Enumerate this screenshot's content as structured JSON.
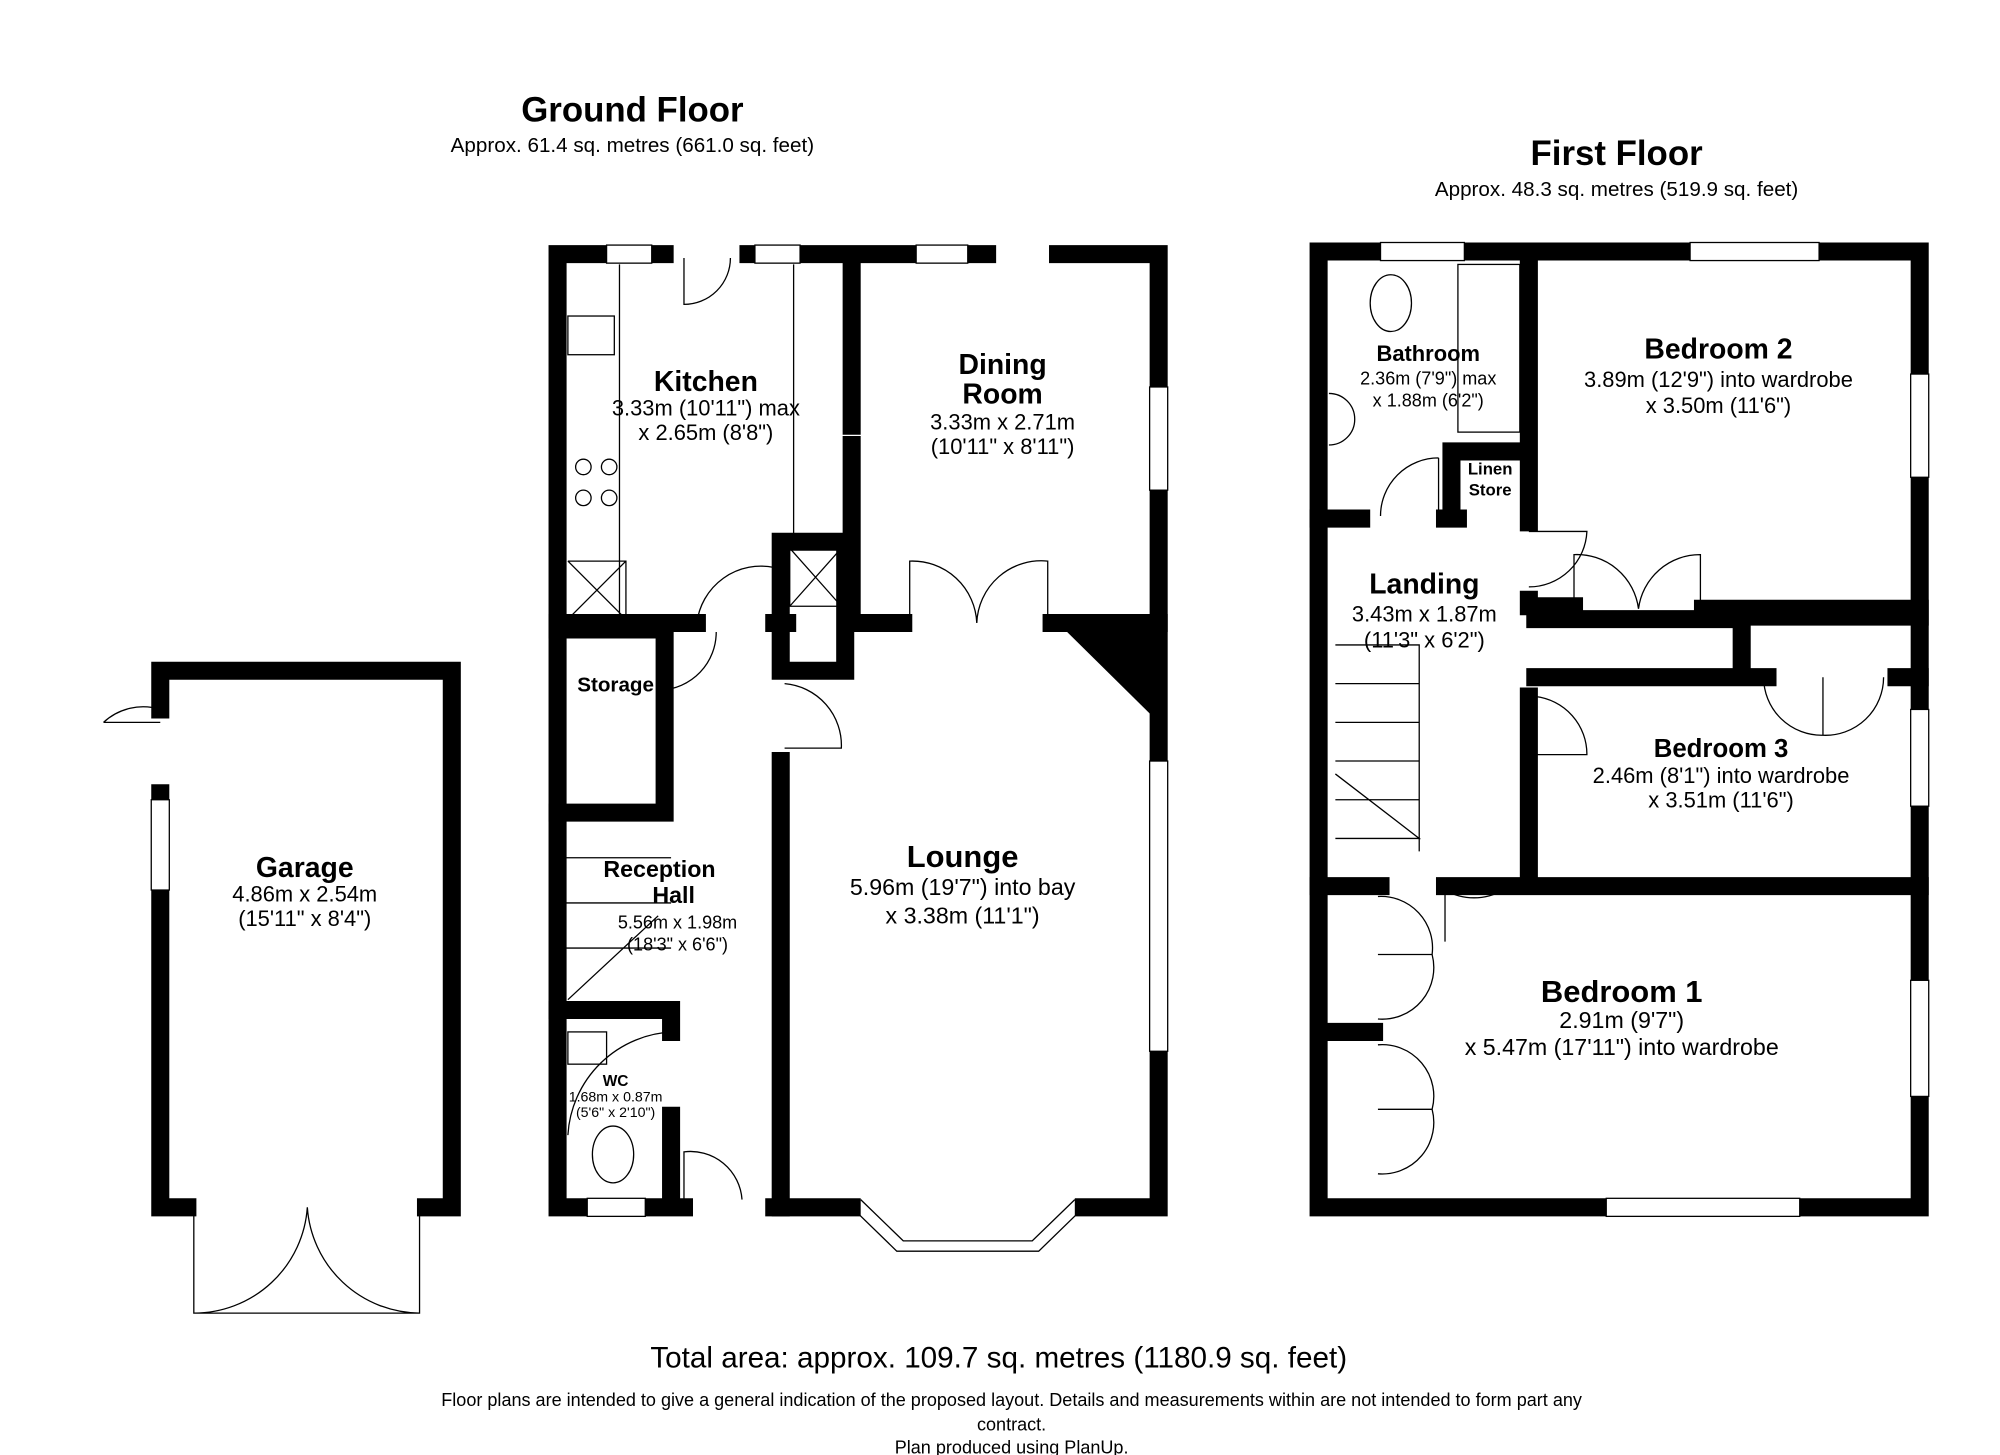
{
  "ground_floor": {
    "title": "Ground Floor",
    "area": "Approx. 61.4 sq. metres (661.0 sq. feet)",
    "rooms": [
      {
        "name": "Kitchen",
        "dims": [
          "3.33m (10'11\") max",
          "x 2.65m (8'8\")"
        ]
      },
      {
        "name": "Dining",
        "name2": "Room",
        "dims": [
          "3.33m x 2.71m",
          "(10'11\" x 8'11\")"
        ]
      },
      {
        "name": "Storage"
      },
      {
        "name": "Reception",
        "name2": "Hall",
        "dims": [
          "5.56m x 1.98m",
          "(18'3\" x 6'6\")"
        ]
      },
      {
        "name": "WC",
        "dims": [
          "1.68m x 0.87m",
          "(5'6\" x 2'10\")"
        ]
      },
      {
        "name": "Lounge",
        "dims": [
          "5.96m (19'7\") into bay",
          "x 3.38m (11'1\")"
        ]
      },
      {
        "name": "Garage",
        "dims": [
          "4.86m x 2.54m",
          "(15'11\" x 8'4\")"
        ]
      }
    ]
  },
  "first_floor": {
    "title": "First Floor",
    "area": "Approx. 48.3 sq. metres (519.9 sq. feet)",
    "rooms": [
      {
        "name": "Bathroom",
        "dims": [
          "2.36m (7'9\") max",
          "x 1.88m (6'2\")"
        ]
      },
      {
        "name": "Linen",
        "name2": "Store"
      },
      {
        "name": "Bedroom 2",
        "dims": [
          "3.89m (12'9\") into wardrobe",
          "x 3.50m (11'6\")"
        ]
      },
      {
        "name": "Landing",
        "dims": [
          "3.43m x 1.87m",
          "(11'3\" x 6'2\")"
        ]
      },
      {
        "name": "Bedroom 3",
        "dims": [
          "2.46m (8'1\") into wardrobe",
          "x 3.51m (11'6\")"
        ]
      },
      {
        "name": "Bedroom 1",
        "dims": [
          "2.91m (9'7\")",
          "x 5.47m (17'11\") into wardrobe"
        ]
      }
    ]
  },
  "total_area": "Total area: approx. 109.7 sq. metres (1180.9 sq. feet)",
  "disclaimer": [
    "Floor plans are intended to give a general indication of the proposed layout. Details and measurements within are not intended to form part any",
    "contract.",
    "Plan produced using PlanUp."
  ]
}
